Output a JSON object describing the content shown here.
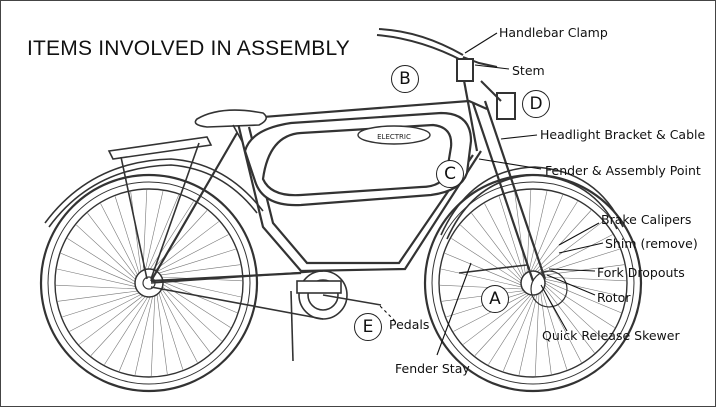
{
  "title": "ITEMS INVOLVED IN ASSEMBLY",
  "callouts": {
    "handlebar_clamp": "Handlebar Clamp",
    "stem": "Stem",
    "headlight_bracket": "Headlight Bracket & Cable",
    "fender_assembly_point": "Fender & Assembly Point",
    "brake_calipers": "Brake Calipers",
    "shim": "Shim (remove)",
    "fork_dropouts": "Fork Dropouts",
    "rotor": "Rotor",
    "quick_release": "Quick Release Skewer",
    "pedals": "Pedals",
    "fender_stay": "Fender Stay"
  },
  "badges": {
    "a": "A",
    "b": "B",
    "c": "C",
    "d": "D",
    "e": "E"
  },
  "tank_emblem": "ELECTRIC"
}
